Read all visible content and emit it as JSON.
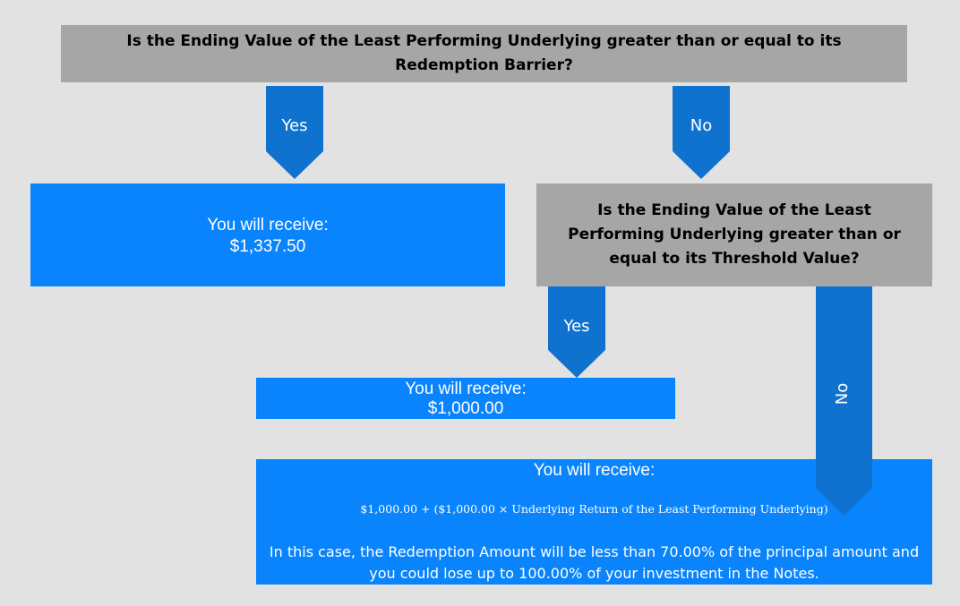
{
  "question1": "Is the Ending Value of the Least Performing Underlying greater than or equal to its Redemption Barrier?",
  "question2": "Is the Ending Value of the Least Performing Underlying greater than or equal to its Threshold Value?",
  "arrows": {
    "q1_yes": "Yes",
    "q1_no": "No",
    "q2_yes": "Yes",
    "q2_no": "No"
  },
  "outcome1": {
    "line1": "You will receive:",
    "line2": "$1,337.50"
  },
  "outcome2": {
    "line1": "You will receive:",
    "line2": "$1,000.00"
  },
  "outcome3": {
    "line1": "You will receive:",
    "formula": "$1,000.00 + ($1,000.00 × Underlying Return of the Least Performing Underlying)",
    "note": "In this case, the Redemption Amount will be less than 70.00% of the principal amount and you could lose up to 100.00% of your investment in the Notes."
  },
  "colors": {
    "question_bg": "#a6a6a6",
    "outcome_bg": "#0a84fd",
    "arrow": "#0f72cf",
    "background": "#e2e2e2"
  }
}
